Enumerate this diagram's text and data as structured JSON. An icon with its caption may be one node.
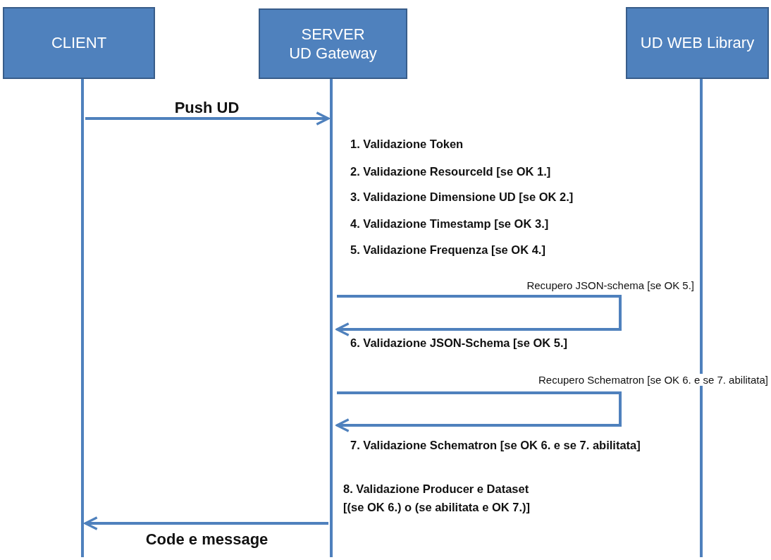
{
  "diagram": {
    "nodes": [
      {
        "text": [
          "CLIENT"
        ]
      },
      {
        "text": [
          "SERVER UD Gateway"
        ]
      },
      {
        "text": [
          "UD WEB Library"
        ]
      }
    ],
    "edges": [
      {
        "from": 0,
        "to": 1,
        "arrow": "to",
        "label": "Push UD"
      },
      {
        "from": 1,
        "to": 1,
        "arrow": "to",
        "label": "Recupero JSON-schema [se OK 5.]"
      },
      {
        "from": 1,
        "to": 1,
        "arrow": "to",
        "label": "Recupero Schematron [se OK 6. e se 7. abilitata]"
      },
      {
        "from": 1,
        "to": 0,
        "arrow": "to",
        "label": "Code e message"
      }
    ],
    "labels": [
      "1. Validazione Token",
      "2. Validazione ResourceId [se OK 1.]",
      "3. Validazione Dimensione UD [se OK 2.]",
      "4. Validazione Timestamp  [se OK 3.]",
      "5. Validazione Frequenza [se OK 4.]",
      "6. Validazione JSON-Schema [se OK 5.]",
      "7. Validazione Schematron [se OK 6. e se 7. abilitata]",
      "8. Validazione Producer e Dataset [(se OK 6.) o (se abilitata e OK 7.)]"
    ]
  }
}
